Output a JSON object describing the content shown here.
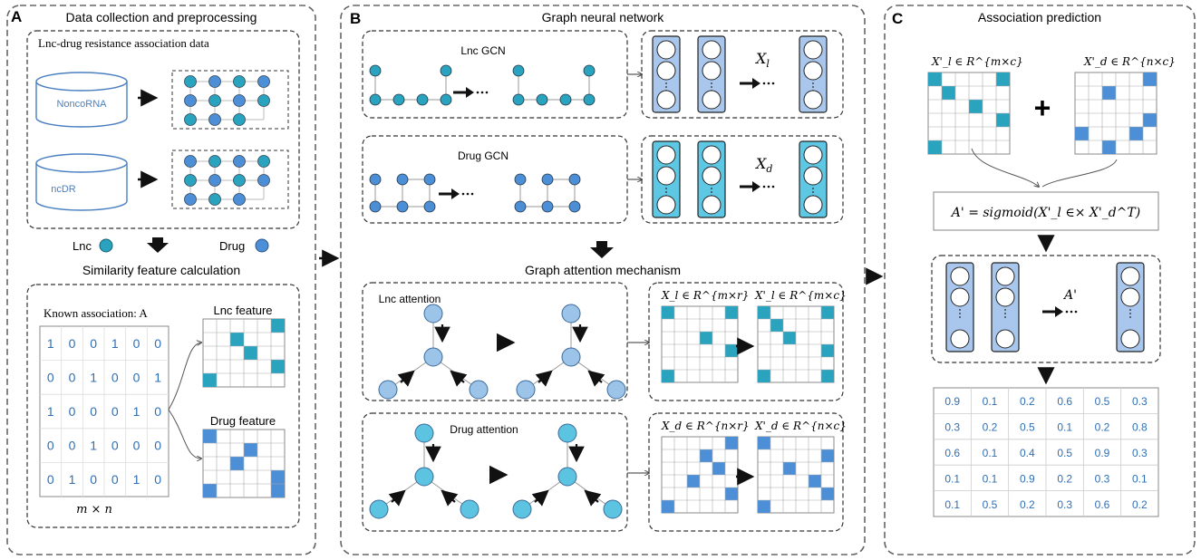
{
  "panel_a": {
    "letter": "A",
    "title": "Data collection and preprocessing",
    "box_title": "Lnc-drug resistance association data",
    "db1": "NoncoRNA",
    "db2": "ncDR",
    "legend_lnc": "Lnc",
    "legend_drug": "Drug",
    "sim_title": "Similarity feature calculation",
    "known_label": "Known association: A",
    "matrix": [
      [
        "1",
        "0",
        "0",
        "1",
        "0",
        "0"
      ],
      [
        "0",
        "0",
        "1",
        "0",
        "0",
        "1"
      ],
      [
        "1",
        "0",
        "0",
        "0",
        "1",
        "0"
      ],
      [
        "0",
        "0",
        "1",
        "0",
        "0",
        "0"
      ],
      [
        "0",
        "1",
        "0",
        "0",
        "1",
        "0"
      ]
    ],
    "dim_label": "m × n",
    "lnc_feature": "Lnc feature",
    "drug_feature": "Drug feature"
  },
  "panel_b": {
    "letter": "B",
    "title": "Graph neural network",
    "lnc_gcn": "Lnc GCN",
    "drug_gcn": "Drug GCN",
    "x_l": "X",
    "x_l_sub": "l",
    "x_d": "X",
    "x_d_sub": "d",
    "attn_title": "Graph attention mechanism",
    "lnc_attention": "Lnc attention",
    "drug_attention": "Drug attention",
    "xl_in_label": "X_l ∈ R^{m×r}",
    "xl_out_label": "X'_l ∈ R^{m×c}",
    "xd_in_label": "X_d ∈ R^{n×r}",
    "xd_out_label": "X'_d ∈ R^{n×c}"
  },
  "panel_c": {
    "letter": "C",
    "title": "Association prediction",
    "xl_label": "X'_l ∈ R^{m×c}",
    "xd_label": "X'_d ∈ R^{n×c}",
    "plus": "+",
    "formula": "A' = sigmoid(X'_l ∈× X'_d^T)",
    "a_prime": "A'",
    "result": [
      [
        "0.9",
        "0.1",
        "0.2",
        "0.6",
        "0.5",
        "0.3"
      ],
      [
        "0.3",
        "0.2",
        "0.5",
        "0.1",
        "0.2",
        "0.8"
      ],
      [
        "0.6",
        "0.1",
        "0.4",
        "0.5",
        "0.9",
        "0.3"
      ],
      [
        "0.1",
        "0.1",
        "0.9",
        "0.2",
        "0.3",
        "0.1"
      ],
      [
        "0.1",
        "0.5",
        "0.2",
        "0.3",
        "0.6",
        "0.2"
      ]
    ]
  },
  "colors": {
    "lnc_node": "#2aa3bf",
    "drug_node": "#4d8fd6",
    "attn_lnc_node": "#9cc3e8",
    "attn_drug_node": "#5cc3e0",
    "vec_fill_lnc": "#a9c6ec",
    "vec_fill_drug": "#5ec7e4",
    "number_blue": "#2f6fb5"
  }
}
